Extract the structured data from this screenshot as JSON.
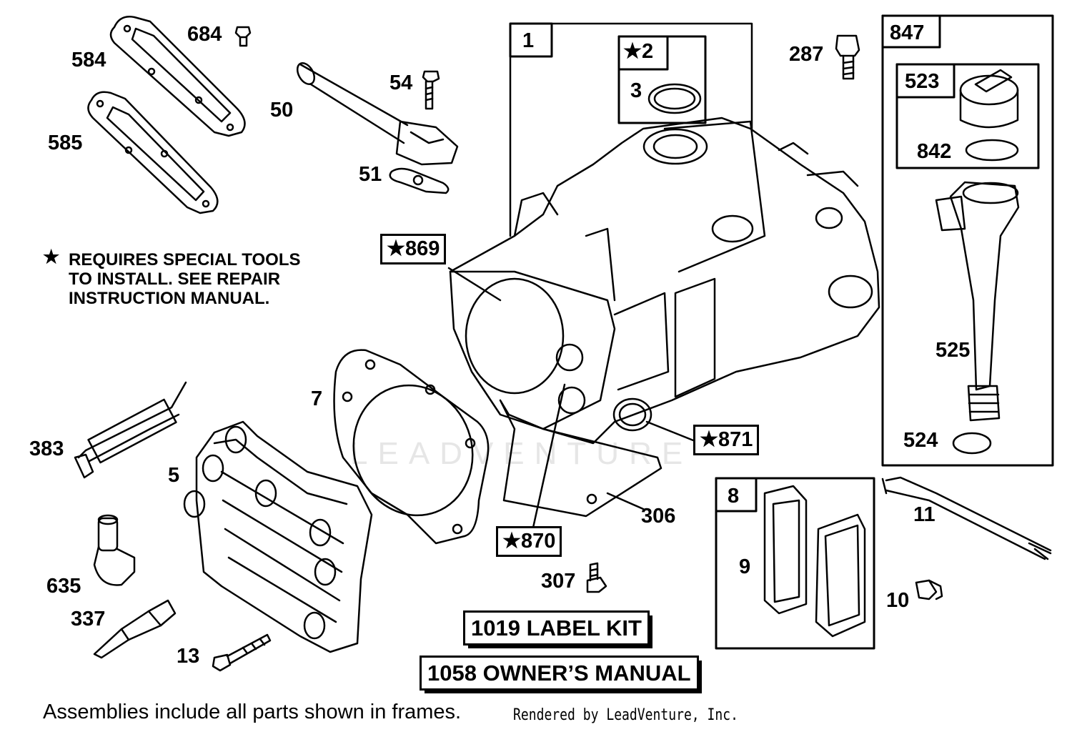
{
  "frames": {
    "f1": "1",
    "f847": "847",
    "f523": "523",
    "f8": "8",
    "f2": "★2"
  },
  "labels": {
    "p684": "684",
    "p584": "584",
    "p585": "585",
    "p50": "50",
    "p54": "54",
    "p51": "51",
    "p3": "3",
    "p287": "287",
    "p842": "842",
    "p525": "525",
    "p524": "524",
    "p7": "7",
    "p383": "383",
    "p5": "5",
    "p635": "635",
    "p337": "337",
    "p13": "13",
    "p306": "306",
    "p307": "307",
    "p11": "11",
    "p9": "9",
    "p10": "10"
  },
  "starred": {
    "s869": "★869",
    "s871": "★871",
    "s870": "★870"
  },
  "note": {
    "line1": "REQUIRES SPECIAL TOOLS",
    "line2": "TO INSTALL.  SEE REPAIR",
    "line3": "INSTRUCTION MANUAL.",
    "star": "★"
  },
  "kits": {
    "label_kit": "1019 LABEL KIT",
    "owners_manual": "1058 OWNER’S MANUAL"
  },
  "footer": {
    "assemblies": "Assemblies include all parts shown in frames.",
    "rendered": "Rendered by LeadVenture, Inc."
  },
  "watermark": "LEADVENTURE"
}
